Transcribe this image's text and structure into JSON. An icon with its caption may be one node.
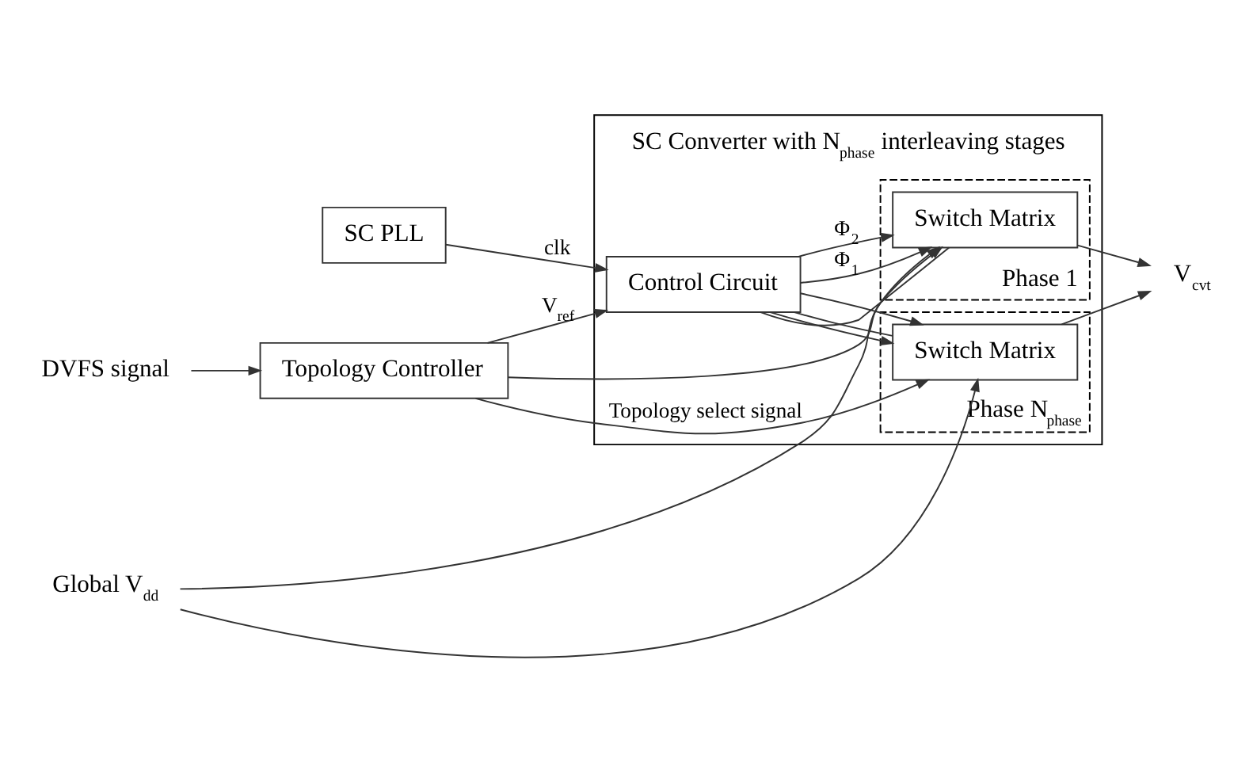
{
  "diagram": {
    "nodes": [
      {
        "text": [
          "SC Converter with N$_{phase}$ interleaving stages"
        ]
      },
      {
        "text": [
          "Phase 1"
        ],
        "in": 0
      },
      {
        "text": [
          "Switch Matrix"
        ],
        "in": 1
      },
      {
        "text": [
          "Phase N$_{phase}$"
        ],
        "in": 0
      },
      {
        "text": [
          "Switch Matrix"
        ],
        "in": 3
      },
      {
        "text": [
          "Control Circuit"
        ],
        "in": 0
      },
      {
        "text": [
          "Topology Controller"
        ]
      },
      {
        "text": [
          "SC PLL"
        ]
      },
      {
        "text": [
          "Global V$_{dd}$"
        ]
      },
      {
        "text": [
          "V$_{cvt}$"
        ]
      },
      {
        "text": [
          "DVFS signal"
        ]
      }
    ],
    "edges": [
      {
        "from": 8,
        "to": 2,
        "arrow": "to"
      },
      {
        "from": 8,
        "to": 4,
        "arrow": "to"
      },
      {
        "from": 2,
        "to": 9,
        "arrow": "to"
      },
      {
        "from": 4,
        "to": 9,
        "arrow": "to"
      },
      {
        "from": 2,
        "to": 5,
        "arrow": "none"
      },
      {
        "from": 4,
        "to": 5,
        "arrow": "none"
      },
      {
        "from": 6,
        "to": 2,
        "arrow": "to"
      },
      {
        "from": 6,
        "to": 4,
        "arrow": "to",
        "label": "Topology select signal"
      },
      {
        "from": 6,
        "to": 5,
        "arrow": "to",
        "label": "V$_{ref}$"
      },
      {
        "from": 5,
        "to": 2,
        "arrow": "to",
        "label": "Φ$_{1}$"
      },
      {
        "from": 5,
        "to": 4,
        "arrow": "to"
      },
      {
        "from": 5,
        "to": 2,
        "arrow": "to",
        "label": "Φ$_{2}$"
      },
      {
        "from": 5,
        "to": 4,
        "arrow": "to"
      },
      {
        "from": 7,
        "to": 5,
        "arrow": "to",
        "label": "clk"
      },
      {
        "from": 10,
        "to": 6,
        "arrow": "to"
      }
    ]
  }
}
